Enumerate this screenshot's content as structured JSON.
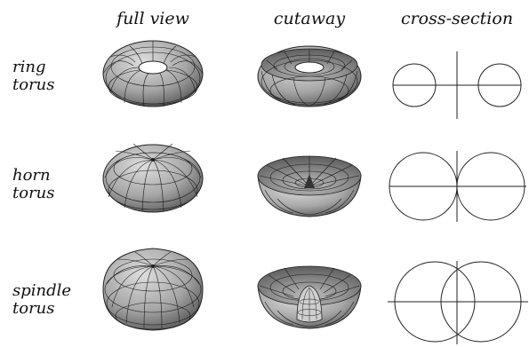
{
  "columns": [
    {
      "label": "full view"
    },
    {
      "label": "cutaway"
    },
    {
      "label": "cross-section"
    }
  ],
  "rows": [
    {
      "line1": "ring",
      "line2": "torus",
      "ratio": 2.0
    },
    {
      "line1": "horn",
      "line2": "torus",
      "ratio": 1.0
    },
    {
      "line1": "spindle",
      "line2": "torus",
      "ratio": 0.58
    }
  ],
  "colors": {
    "surface_dark": "#4a4a4a",
    "surface_mid": "#9a9a9a",
    "surface_light": "#d8d8d8",
    "mesh": "#1a1a1a",
    "line": "#222222"
  }
}
